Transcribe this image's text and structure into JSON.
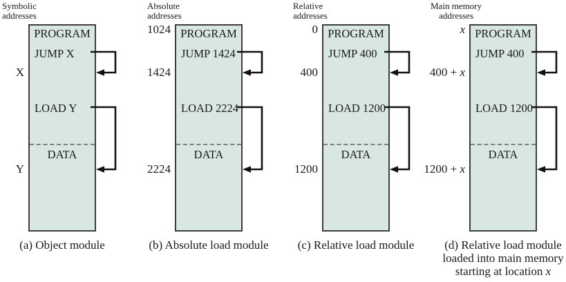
{
  "colors": {
    "box_fill": "#d9e7e3",
    "box_border": "#3d3d3d",
    "arrow": "#111111",
    "dash": "#7f7f7f",
    "text": "#1a1a1a",
    "background": "#ffffff"
  },
  "panels": [
    {
      "header": [
        "Symbolic",
        "addresses"
      ],
      "box": {
        "program": "PROGRAM",
        "jump": "JUMP X",
        "load": "LOAD Y",
        "data": "DATA"
      },
      "addresses": {
        "jump_target": {
          "text": "X"
        },
        "load_target": {
          "text": "Y"
        }
      },
      "caption": [
        {
          "text": "(a) Object module"
        }
      ]
    },
    {
      "header": [
        "Absolute",
        "addresses"
      ],
      "box": {
        "program": "PROGRAM",
        "jump": "JUMP 1424",
        "load": "LOAD 2224",
        "data": "DATA"
      },
      "addresses": {
        "top": {
          "text": "1024"
        },
        "jump_target": {
          "text": "1424"
        },
        "load_target": {
          "text": "2224"
        }
      },
      "caption": [
        {
          "text": "(b) Absolute load module"
        }
      ]
    },
    {
      "header": [
        "Relative",
        "addresses"
      ],
      "box": {
        "program": "PROGRAM",
        "jump": "JUMP 400",
        "load": "LOAD 1200",
        "data": "DATA"
      },
      "addresses": {
        "top": {
          "text": "0"
        },
        "jump_target": {
          "text": "400"
        },
        "load_target": {
          "text": "1200"
        }
      },
      "caption": [
        {
          "text": "(c) Relative load module"
        }
      ]
    },
    {
      "header": [
        "Main memory",
        "addresses"
      ],
      "box": {
        "program": "PROGRAM",
        "jump": "JUMP 400",
        "load": "LOAD 1200",
        "data": "DATA"
      },
      "addresses": {
        "top": {
          "var": "x"
        },
        "jump_target": {
          "text": "400 + ",
          "var": "x"
        },
        "load_target": {
          "text": "1200 + ",
          "var": "x"
        }
      },
      "caption": [
        {
          "text": "(d) Relative load module"
        },
        {
          "text": "loaded into main memory"
        },
        {
          "text": "starting at location ",
          "var": "x"
        }
      ]
    }
  ]
}
